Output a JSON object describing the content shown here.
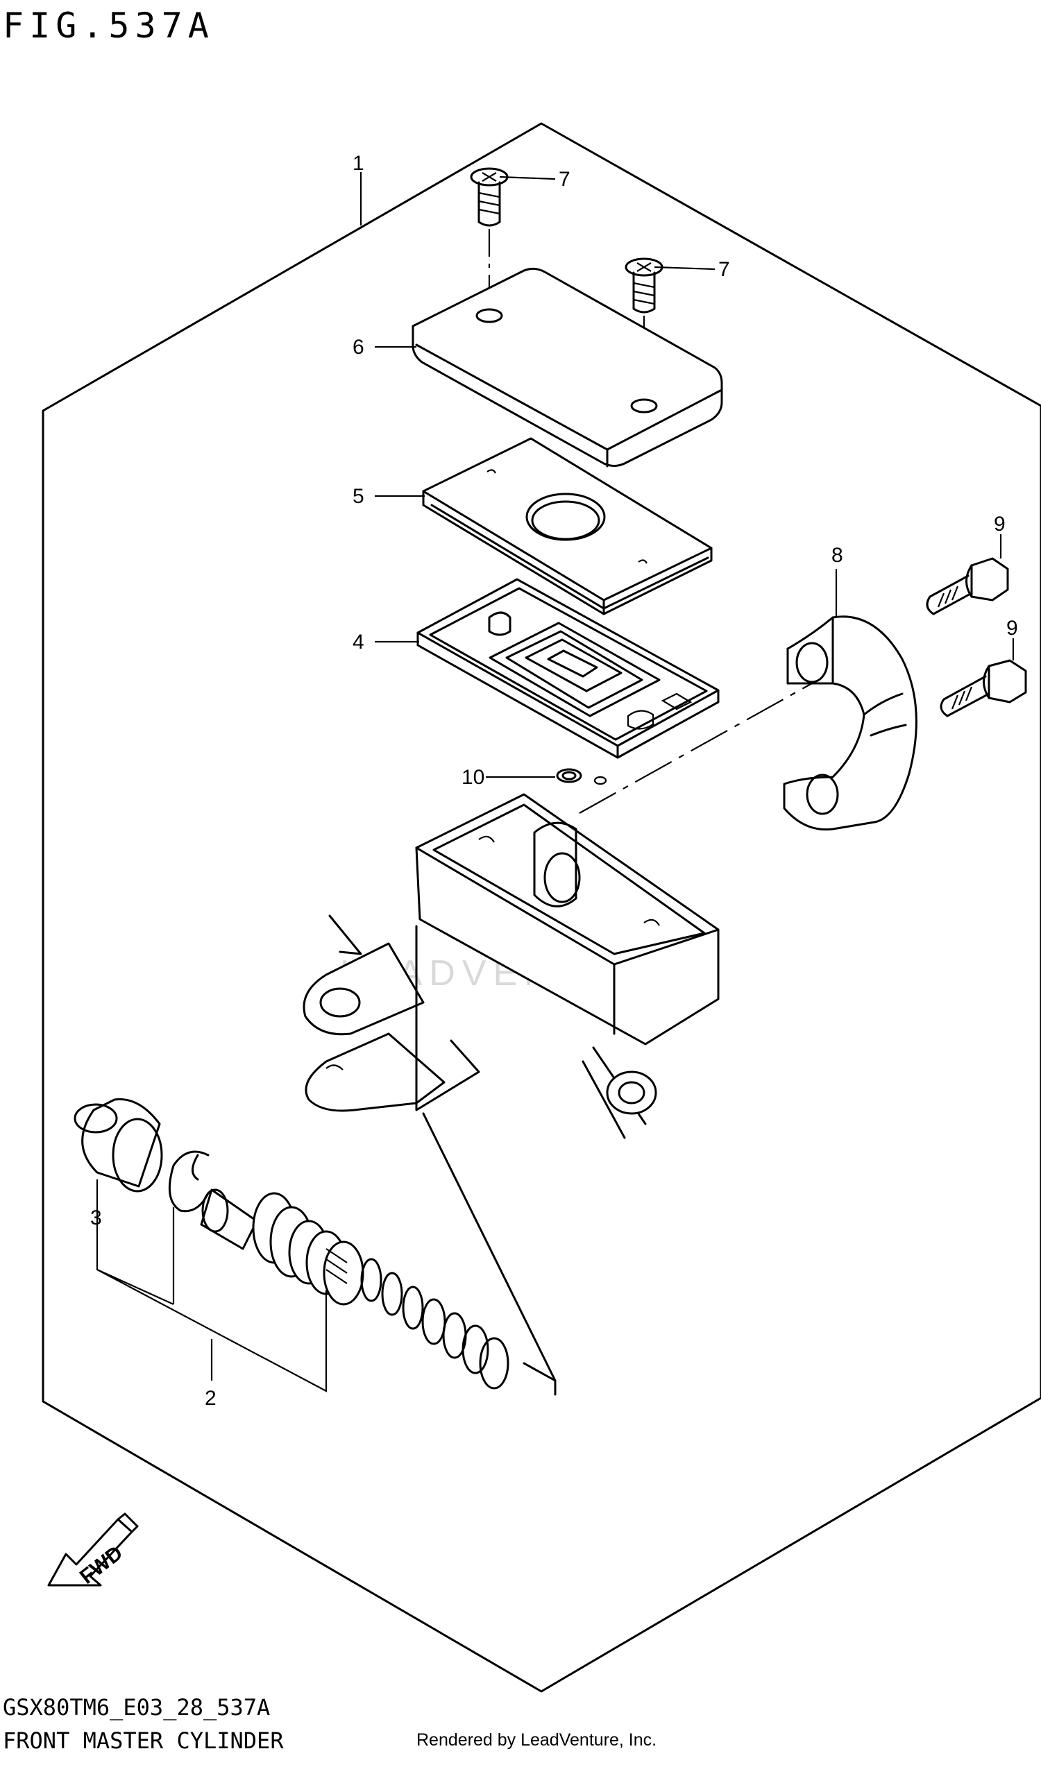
{
  "figure": {
    "title": "FIG.537A",
    "code": "GSX80TM6_E03_28_537A",
    "description": "FRONT MASTER CYLINDER",
    "render_credit": "Rendered by LeadVenture, Inc.",
    "watermark": "LEADVENTURE",
    "fwd_label": "FWD"
  },
  "callouts": [
    {
      "id": "1",
      "label": "1"
    },
    {
      "id": "2",
      "label": "2"
    },
    {
      "id": "3",
      "label": "3"
    },
    {
      "id": "4",
      "label": "4"
    },
    {
      "id": "5",
      "label": "5"
    },
    {
      "id": "6",
      "label": "6"
    },
    {
      "id": "7a",
      "label": "7"
    },
    {
      "id": "7b",
      "label": "7"
    },
    {
      "id": "8",
      "label": "8"
    },
    {
      "id": "9a",
      "label": "9"
    },
    {
      "id": "9b",
      "label": "9"
    },
    {
      "id": "10",
      "label": "10"
    }
  ]
}
